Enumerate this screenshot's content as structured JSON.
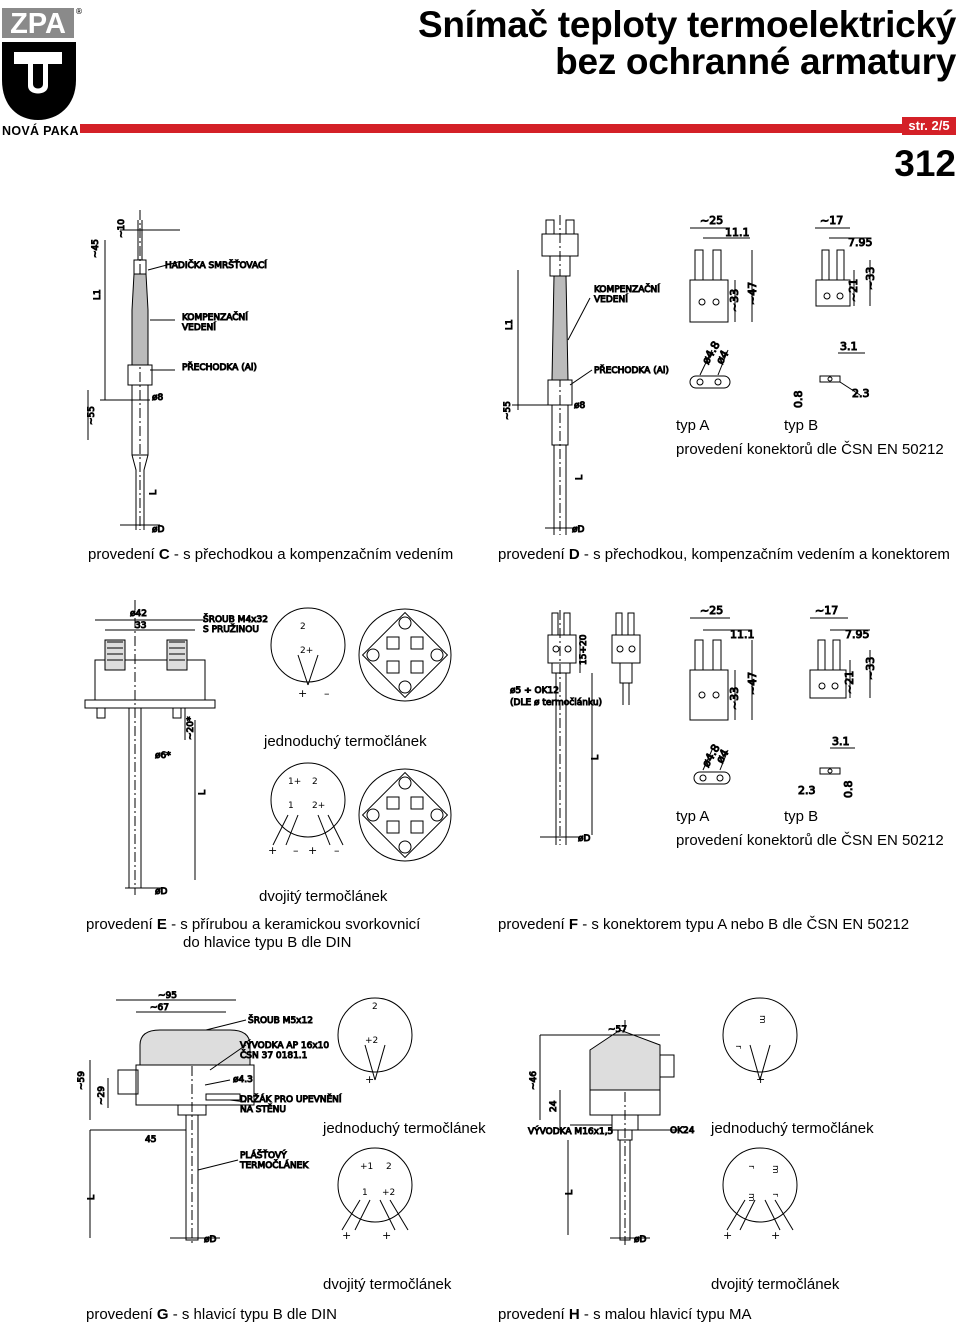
{
  "header": {
    "title_line1": "Snímač teploty termoelektrický",
    "title_line2": "bez ochranné armatury",
    "page": "str. 2/5",
    "doc_number": "312",
    "logo_letters": "ZPA",
    "logo_reg": "®",
    "logo_city": "NOVÁ PAKA"
  },
  "connector_types": {
    "type_a": "typ A",
    "type_b": "typ B",
    "caption": "provedení konektorů dle ČSN EN 50212"
  },
  "terminal": {
    "single": "jednoduchý termočlánek",
    "double": "dvojitý termočlánek"
  },
  "sections": {
    "c": {
      "prefix": "provedení ",
      "letter": "C",
      "suffix": " - s přechodkou a kompenzačním vedením"
    },
    "d": {
      "prefix": "provedení ",
      "letter": "D",
      "suffix": " - s přechodkou, kompenzačním vedením a konektorem"
    },
    "e": {
      "prefix": "provedení ",
      "letter": "E",
      "suffix": " - s přírubou a keramickou svorkovnicí",
      "line2": "do hlavice typu B dle DIN"
    },
    "f": {
      "prefix": "provedení ",
      "letter": "F",
      "suffix": " - s konektorem typu A nebo B dle ČSN EN 50212"
    },
    "g": {
      "prefix": "provedení ",
      "letter": "G",
      "suffix": " - s hlavicí typu B dle DIN"
    },
    "h": {
      "prefix": "provedení ",
      "letter": "H",
      "suffix": " - s malou hlavicí typu MA"
    }
  },
  "drawing_labels": {
    "hadicka": "HADIČKA SMRŠŤOVACÍ",
    "kompenzacni": "KOMPENZAČNÍ",
    "vedeni": "VEDENÍ",
    "prechodka": "PŘECHODKA (Al)",
    "sroub_m4": "ŠROUB M4x32",
    "s_pruzinou": "S PRUŽINOU",
    "sroub_m5": "ŠROUB M5x12",
    "vyvodka": "VÝVODKA AP 16x10",
    "csn": "ČSN 37 0181.1",
    "drzak": "DRŽÁK PRO UPEVNĚNÍ",
    "na_stenu": "NA STĚNU",
    "plastovy": "PLÁŠŤOVÝ",
    "termoclanek": "TERMOČLÁNEK",
    "vyvodka_m16": "VÝVODKA M16x1,5",
    "ok24": "OK24",
    "ok12": "ø5 ÷ OK12",
    "dle": "(DLE ø termočlánku)"
  },
  "dims": {
    "d45": "~45",
    "d10": "~10",
    "L1": "L1",
    "d55": "~55",
    "d59": "~59",
    "L": "L",
    "phiD": "øD",
    "phi8": "ø8",
    "d25": "~25",
    "d111": "11.1",
    "d33": "~33",
    "d47": "~47",
    "d17": "~17",
    "d795": "7.95",
    "d21": "~21",
    "d48": "ø4.8",
    "d4": "ø4",
    "d31": "3.1",
    "d08": "0.8",
    "d23": "2.3",
    "phi42": "ø42",
    "d33b": "33",
    "d20": "~20*",
    "phi6": "ø6*",
    "d1520": "15÷20",
    "d95": "~95",
    "d67": "~67",
    "d29": "~29",
    "d45b": "45",
    "phi43": "ø4.3",
    "d57": "~57",
    "d46": "~46",
    "d24": "24",
    "t2": "2",
    "t2p": "2+",
    "tp": "+",
    "tm": "–",
    "t1p": "1+",
    "t1": "1",
    "tp2": "+2",
    "tp1": "+1",
    "tm2": "m",
    "tr": "r"
  },
  "colors": {
    "accent": "#d42027"
  }
}
